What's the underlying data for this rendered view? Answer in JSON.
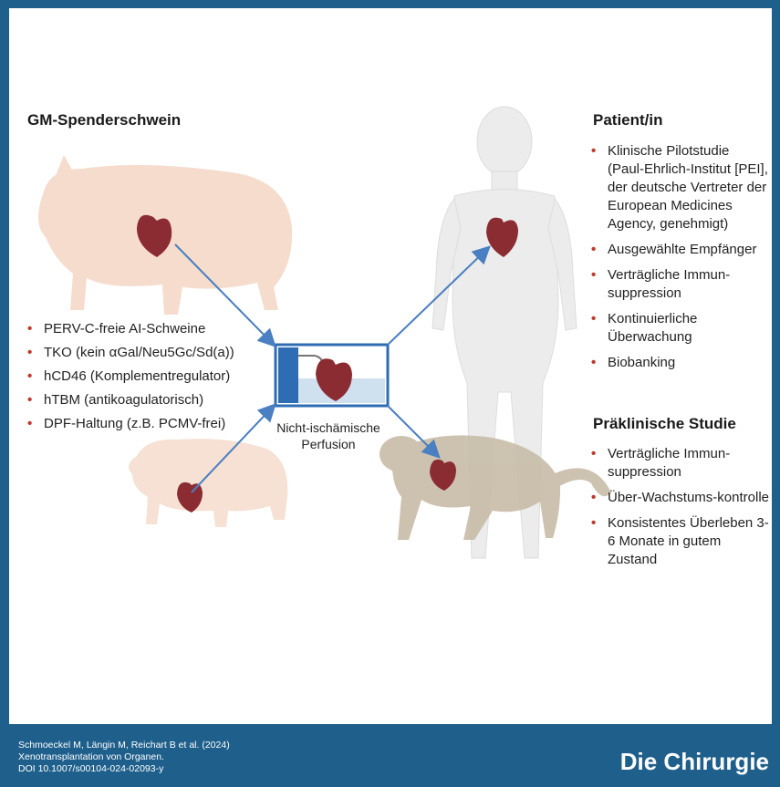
{
  "donor": {
    "title": "GM-Spenderschwein",
    "items": [
      "PERV-C-freie AI-Schweine",
      "TKO (kein αGal/Neu5Gc/Sd(a))",
      "hCD46 (Komplementregulator)",
      "hTBM (antikoagulatorisch)",
      "DPF-Haltung (z.B. PCMV-frei)"
    ]
  },
  "perfusion": {
    "label": "Nicht-ischämische Perfusion"
  },
  "patient": {
    "title": "Patient/in",
    "items": [
      "Klinische Pilotstudie (Paul-Ehrlich-Institut [PEI], der deutsche Vertreter der European Medicines Agency, genehmigt)",
      "Ausgewählte Empfänger",
      "Verträgliche Immun-suppression",
      "Kontinuierliche Überwachung",
      "Biobanking"
    ]
  },
  "preclinical": {
    "title": "Präklinische Studie",
    "items": [
      "Verträgliche Immun-suppression",
      "Über-Wachstums-kontrolle",
      "Konsistentes Überleben 3-6 Monate in gutem Zustand"
    ]
  },
  "footer": {
    "cite1": "Schmoeckel M, Längin M, Reichart B et al. (2024)",
    "cite2": "Xenotransplantation von Organen.",
    "cite3": "DOI 10.1007/s00104-024-02093-y",
    "brand": "Die Chirurgie"
  },
  "colors": {
    "frame": "#1f5f8b",
    "bullet": "#c0392b",
    "arrow": "#4a7fc1",
    "heart": "#8b2b32"
  }
}
